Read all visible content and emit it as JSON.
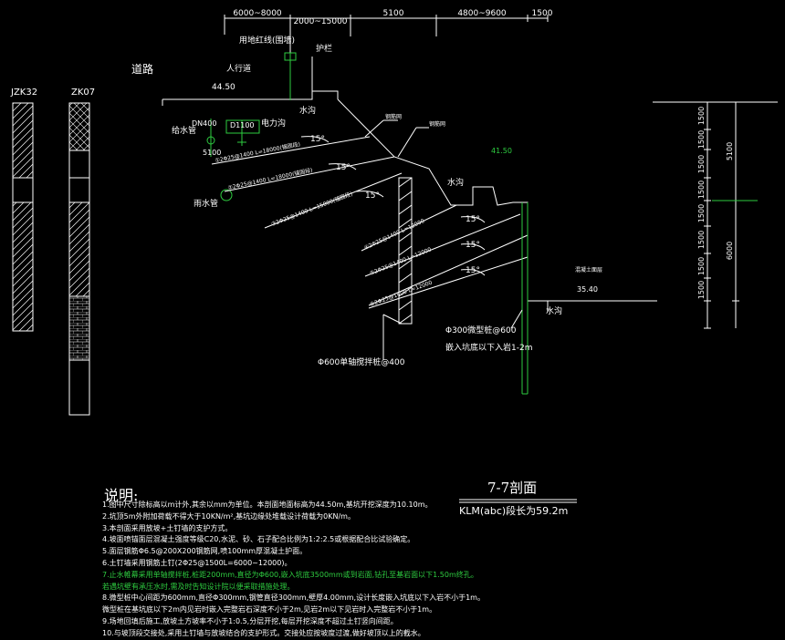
{
  "labels": {
    "road": "道路",
    "sidewalk": "人行道",
    "redline": "用地红线(围墙)",
    "outer_wall": "护栏",
    "elev_top": "44.50",
    "water_pipe": "给水管",
    "water_pipe_d": "DN400",
    "elec_d": "D1100",
    "elec": "电力沟",
    "depth_pipe": "5100",
    "rain_pipe": "雨水管",
    "ditch1": "水沟",
    "ditch2": "水沟",
    "ditch3": "水沟",
    "slope_angle": "15°",
    "elev_right1": "41.50",
    "elev_right2": "35.40",
    "pile_label": "Φ600单轴搅拌桩@400",
    "row_pile1": "Φ300微型桩@600",
    "row_pile2": "嵌入坑底以下入岩1-2m",
    "anchor1": "①2Φ25@1400  L=18000(锚固段)",
    "anchor2": "②2Φ25@1400  L=18000(锚固段)",
    "anchor3": "③2Φ25@1400  L=15000(锚固段)",
    "anchor4": "④2Φ25@1400  L=12000",
    "anchor5": "⑤2Φ25@1400  L=12000",
    "anchor6": "⑥2Φ25@1400  L=12000",
    "borehole1": "JZK32",
    "borehole2": "ZK07",
    "mesh_label": "钢筋网",
    "mesh_label2": "钢筋网",
    "small_label": "混凝土面层"
  },
  "dims_top": [
    "6000~8000",
    "2000~15000",
    "5100",
    "4800~9600",
    "1500"
  ],
  "dims_right": [
    "1500",
    "1500",
    "1500",
    "1500",
    "1500",
    "1500",
    "1500",
    "1500"
  ],
  "dims_right_outer": [
    "5100",
    "6000"
  ],
  "section": {
    "title": "7-7剖面",
    "subtitle": "KLM(abc)段长为59.2m"
  },
  "notes": {
    "title": "说明:",
    "lines": [
      "1.图中尺寸除标高以m计外,其余以mm为单位。本剖面地面标高为44.50m,基坑开挖深度为10.10m。",
      "2.坑顶5m外附加荷载不得大于10KN/m²,基坑边缘处堆载设计荷载为0KN/m。",
      "3.本剖面采用放坡+土钉墙的支护方式。",
      "4.坡面喷锚面层混凝土强度等级C20,水泥、砂、石子配合比例为1:2:2.5或根据配合比试验确定。",
      "5.面层钢筋Φ6.5@200X200钢筋网,喷100mm厚混凝土护面。",
      "6.土钉墙采用钢筋土钉(2Φ25@1500L=6000~12000)。",
      "7.止水帷幕采用单轴搅拌桩,桩距200mm,直径为Φ600,嵌入坑底3500mm或到岩面,钻孔至基岩面以下1.50m终孔。",
      "若遇坑壁有承压水时,需及时告知设计院以便采取措施处理。",
      "8.微型桩中心间距为600mm,直径Φ300mm,钢管直径300mm,壁厚4.00mm,设计长度嵌入坑底以下入岩不小于1m。",
      "微型桩在基坑底以下2m内见岩时嵌入完整岩石深度不小于2m,见岩2m以下见岩时入完整岩不小于1m。",
      "9.场地回填后施工,放坡土方坡率不小于1:0.5,分层开挖,每层开挖深度不超过土钉竖向间距。",
      "10.与坡顶段交接处,采用土钉墙与放坡结合的支护形式。交接处应按坡度过渡,做好坡顶以上的截水。"
    ],
    "green_lines": [
      6,
      7
    ]
  }
}
